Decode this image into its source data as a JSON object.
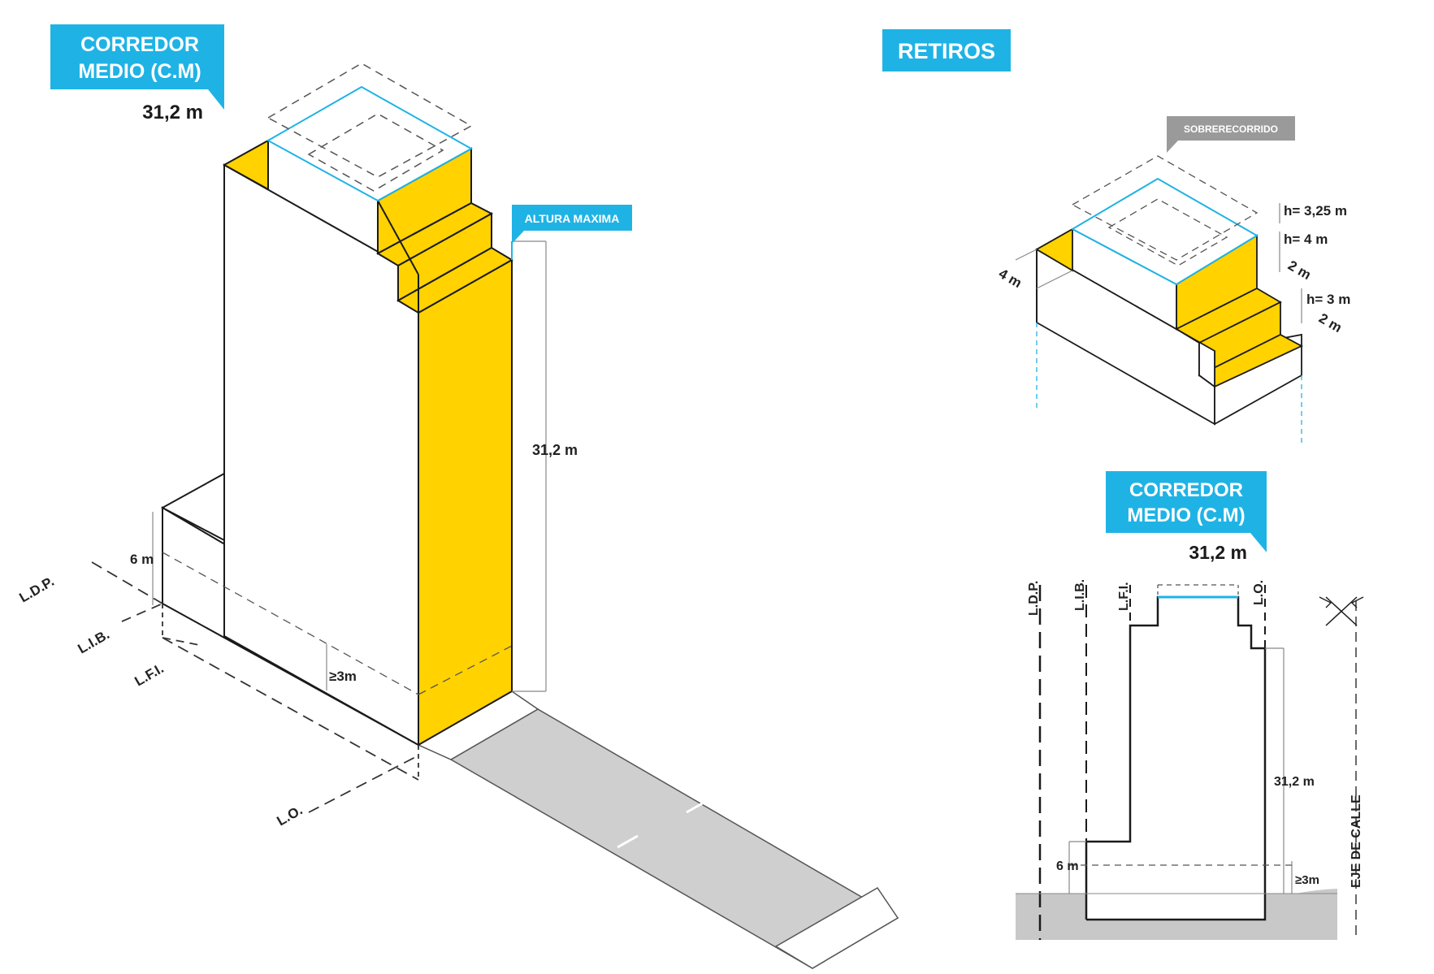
{
  "colors": {
    "accent": "#1fb3e5",
    "fill": "#ffd200",
    "road": "#cfcfcf",
    "ground": "#c8c8c8",
    "tag_grey": "#9a9a9a",
    "line": "#1a1a1a"
  },
  "labels": {
    "cm_line1": "CORREDOR",
    "cm_line2": "MEDIO (C.M)",
    "cm_height": "31,2 m",
    "retiros": "RETIROS",
    "altura_maxima": "ALTURA MAXIMA",
    "sobrerecorrido": "SOBRERECORRIDO",
    "h_325": "h= 3,25 m",
    "h_4": "h= 4 m",
    "h_3": "h= 3 m",
    "d_2a": "2 m",
    "d_2b": "2 m",
    "d_4": "4 m",
    "dim_312": "31,2 m",
    "dim_6": "6 m",
    "dim_3": "≥3m",
    "ldp": "L.D.P.",
    "lib": "L.I.B.",
    "lfi": "L.F.I.",
    "lo": "L.O.",
    "s_ldp": "L.D.P.",
    "s_lib": "L.I.B.",
    "s_lfi": "L.F.I.",
    "s_lo": "L.O.",
    "eje": "EJE DE CALLE",
    "s_cm_line1": "CORREDOR",
    "s_cm_line2": "MEDIO (C.M)",
    "s_cm_height": "31,2 m",
    "s_dim_312": "31,2 m",
    "s_dim_6": "6 m",
    "s_dim_3": "≥3m"
  }
}
